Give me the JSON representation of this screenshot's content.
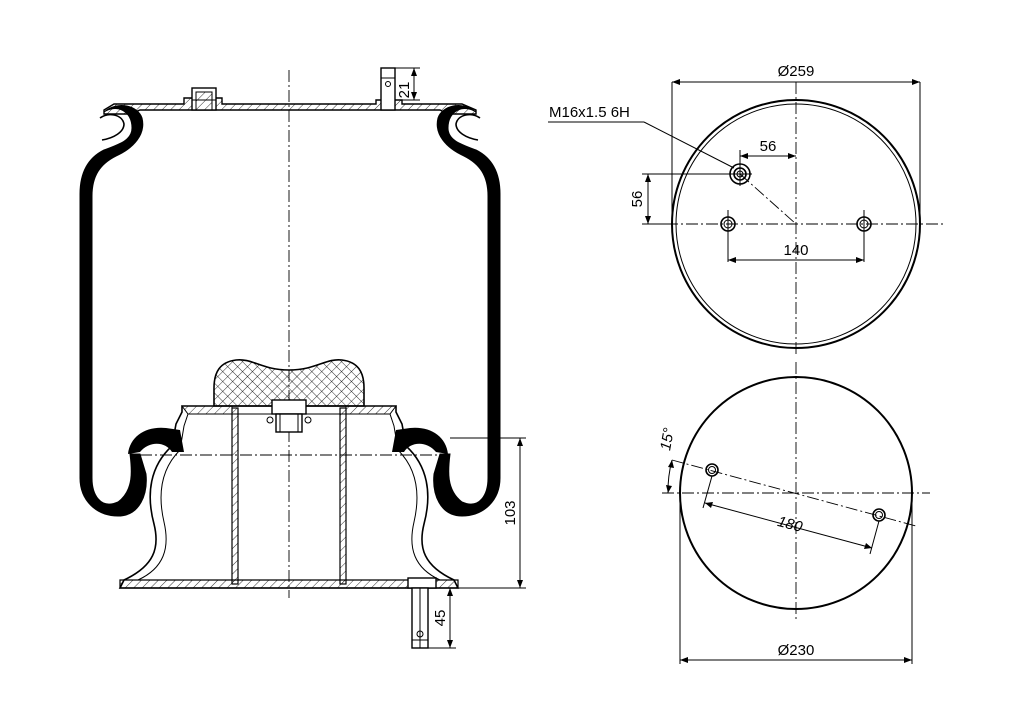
{
  "dimensions": {
    "top_diameter": "Ø259",
    "bottom_diameter": "Ø230",
    "thread": "M16x1.5 6H",
    "offset_x": "56",
    "offset_y": "56",
    "bolt_spacing_top": "140",
    "bolt_spacing_bottom": "180",
    "angle": "15°",
    "stud_top": "21",
    "height": "103",
    "stud_bottom": "45"
  }
}
